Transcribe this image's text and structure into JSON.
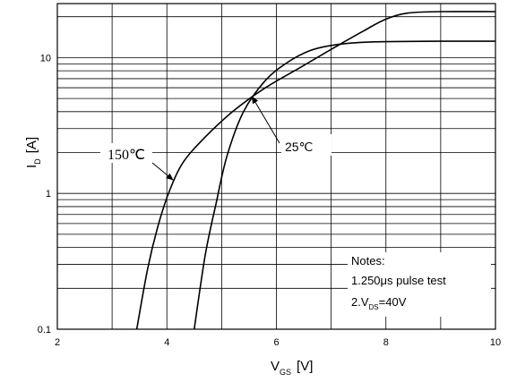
{
  "chart_data": {
    "type": "line",
    "xlabel": "V",
    "xlabel_sub": "GS",
    "xunit": "[V]",
    "ylabel": "I",
    "ylabel_sub": "D",
    "yunit": "[A]",
    "xlim": [
      2,
      10
    ],
    "ylim": [
      0.1,
      25
    ],
    "yscale": "log",
    "grid": true,
    "xticks": [
      "2",
      "4",
      "6",
      "8",
      "10"
    ],
    "yticks": [
      "0.1",
      "1",
      "10"
    ],
    "series": [
      {
        "name": "25℃",
        "line_color": "#000000",
        "x": [
          4.5,
          4.7,
          4.9,
          5.1,
          5.4,
          5.8,
          6.2,
          6.6,
          7.0,
          7.5,
          8.0,
          9.0,
          10.0
        ],
        "y": [
          0.1,
          0.35,
          0.85,
          1.9,
          4.0,
          6.8,
          9.2,
          11.2,
          12.3,
          12.9,
          13.1,
          13.2,
          13.2
        ]
      },
      {
        "name": "150℃",
        "line_color": "#000000",
        "x": [
          3.45,
          3.65,
          3.85,
          4.05,
          4.3,
          4.7,
          5.2,
          5.8,
          6.4,
          7.0,
          7.6,
          8.0,
          8.4,
          9.0,
          10.0
        ],
        "y": [
          0.1,
          0.28,
          0.6,
          1.05,
          1.7,
          2.6,
          4.0,
          6.0,
          8.3,
          11.5,
          15.8,
          19.2,
          21.3,
          21.8,
          21.8
        ]
      }
    ],
    "annotations": [
      {
        "text": "150℃",
        "series": "150℃"
      },
      {
        "text": "25℃",
        "series": "25℃"
      }
    ],
    "notes": {
      "heading": "Notes:",
      "line1": "1.250μs pulse test",
      "line2_prefix": "2.V",
      "line2_sub": "DS",
      "line2_suffix": "=40V"
    }
  }
}
